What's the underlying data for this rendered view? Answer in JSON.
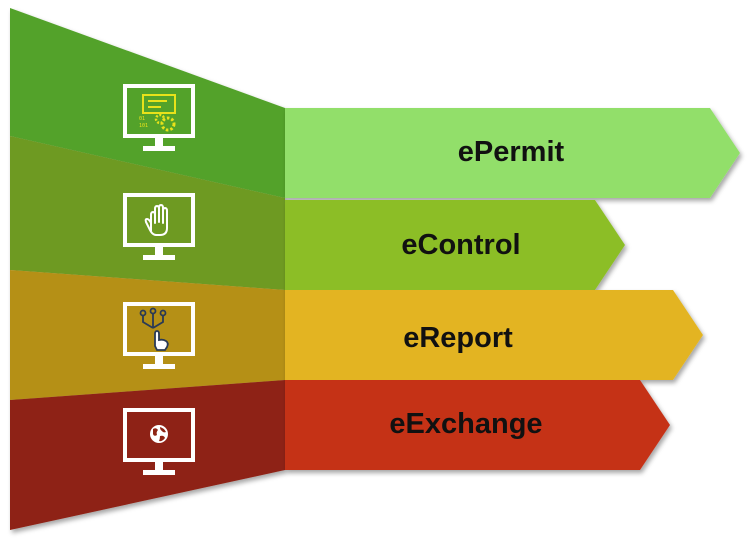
{
  "diagram": {
    "items": [
      {
        "label": "ePermit",
        "icon": "settings-document-icon",
        "arrow_color": "#92DF6B",
        "fan_color": "#52A22C"
      },
      {
        "label": "eControl",
        "icon": "hand-icon",
        "arrow_color": "#8CBE26",
        "fan_color": "#6E9A22"
      },
      {
        "label": "eReport",
        "icon": "touch-network-icon",
        "arrow_color": "#E3B420",
        "fan_color": "#B59016"
      },
      {
        "label": "eExchange",
        "icon": "globe-icon",
        "arrow_color": "#C53219",
        "fan_color": "#8E2414"
      }
    ]
  }
}
